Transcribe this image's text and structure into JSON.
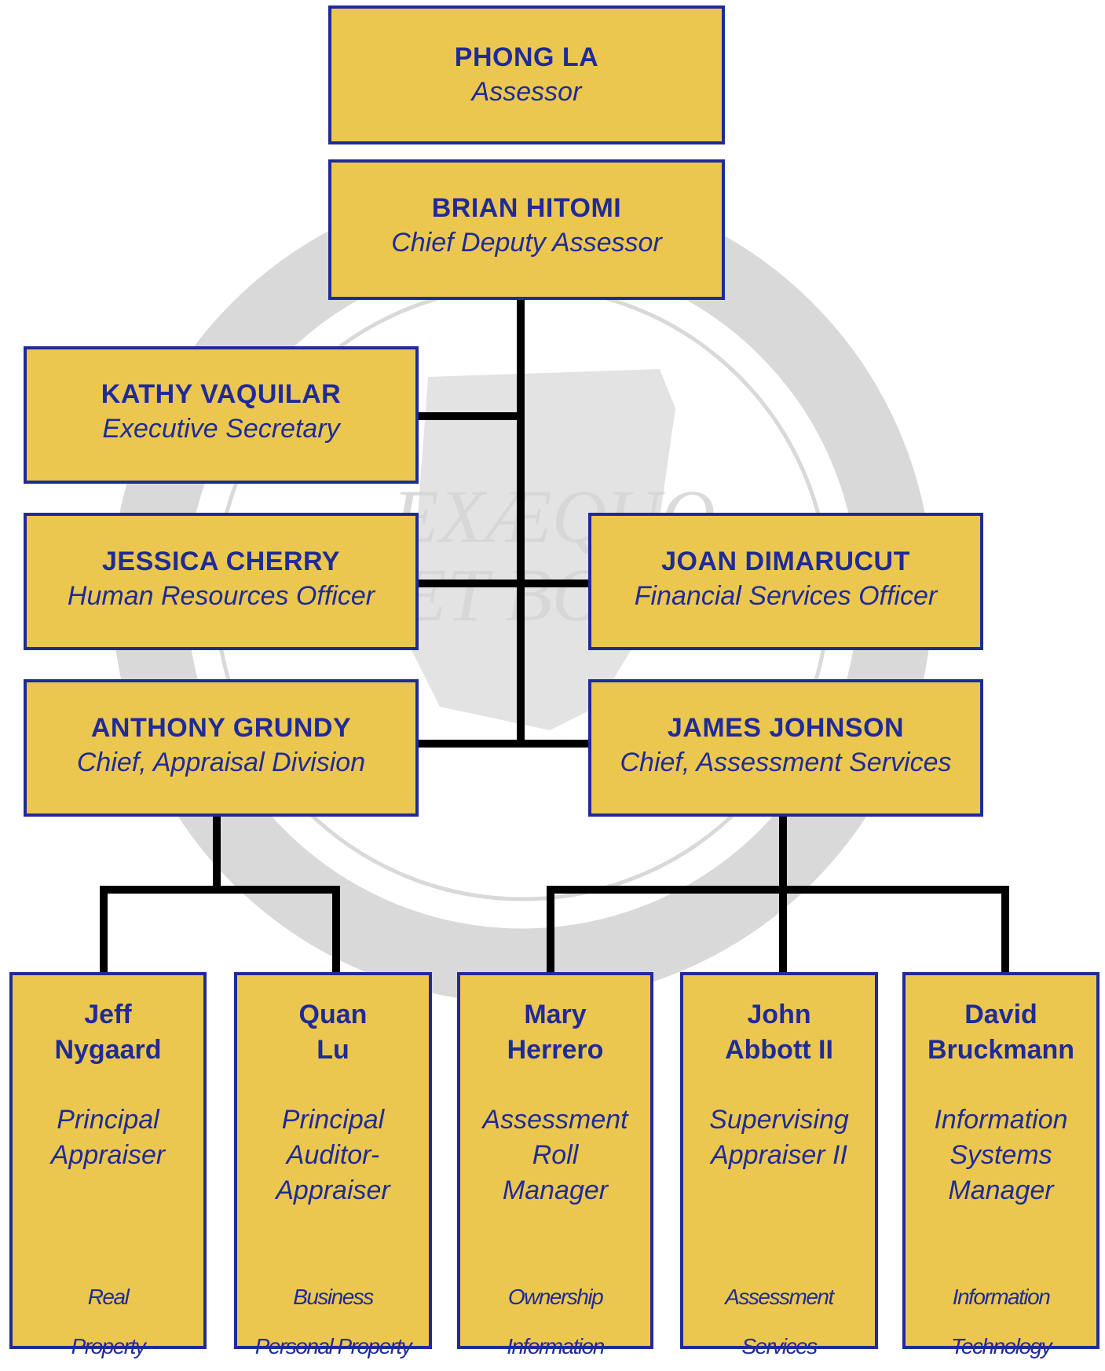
{
  "seal": {
    "motto_line1": "EXÆQUO",
    "motto_line2": "ET BONO"
  },
  "top": [
    {
      "name": "PHONG LA",
      "title": "Assessor"
    },
    {
      "name": "BRIAN HITOMI",
      "title": "Chief Deputy Assessor"
    }
  ],
  "staff": [
    {
      "name": "KATHY VAQUILAR",
      "title": "Executive Secretary"
    },
    {
      "name": "JESSICA CHERRY",
      "title": "Human Resources Officer"
    },
    {
      "name": "JOAN DIMARUCUT",
      "title": "Financial Services Officer"
    },
    {
      "name": "ANTHONY GRUNDY",
      "title": "Chief, Appraisal Division"
    },
    {
      "name": "JAMES JOHNSON",
      "title": "Chief, Assessment Services"
    }
  ],
  "managers": [
    {
      "name": [
        "Jeff",
        "Nygaard"
      ],
      "role": [
        "Principal",
        "Appraiser"
      ],
      "unit": [
        "Real",
        "Property"
      ]
    },
    {
      "name": [
        "Quan",
        "Lu"
      ],
      "role": [
        "Principal",
        "Auditor-",
        "Appraiser"
      ],
      "unit": [
        "Business",
        "Personal Property"
      ]
    },
    {
      "name": [
        "Mary",
        "Herrero"
      ],
      "role": [
        "Assessment",
        "Roll",
        "Manager"
      ],
      "unit": [
        "Ownership",
        "Information"
      ]
    },
    {
      "name": [
        "John",
        "Abbott II"
      ],
      "role": [
        "Supervising",
        "Appraiser II"
      ],
      "unit": [
        "Assessment",
        "Services"
      ]
    },
    {
      "name": [
        "David",
        "Bruckmann"
      ],
      "role": [
        "Information",
        "Systems",
        "Manager"
      ],
      "unit": [
        "Information",
        "Technology"
      ]
    }
  ],
  "colors": {
    "box_fill": "#ecc74f",
    "box_border": "#1f2b98",
    "text": "#1f2b98",
    "connector": "#000000",
    "seal": "#d9d9d9"
  }
}
